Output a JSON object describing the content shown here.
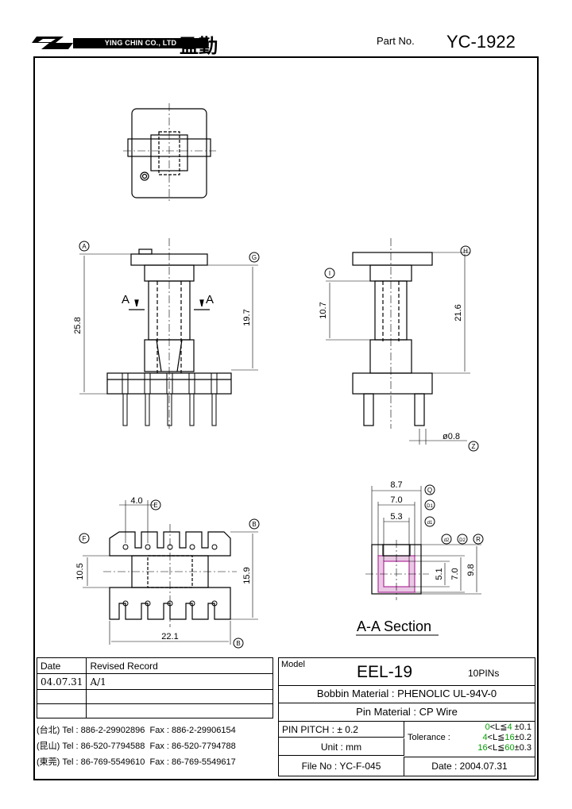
{
  "header": {
    "company_name": "YING CHIN CO., LTD",
    "company_name_cn": "盈勤",
    "part_no_label": "Part No.",
    "part_no_value": "YC-1922"
  },
  "drawing": {
    "labels": {
      "A": "A",
      "B": "B",
      "D1": "D1",
      "d1": "d1",
      "D2": "D2",
      "d2": "d2",
      "E": "E",
      "F": "F",
      "G": "G",
      "H": "H",
      "I": "I",
      "Q": "Q",
      "R": "R",
      "Z": "Z"
    },
    "section_marker": "A",
    "section_title": "A-A Section",
    "dims": {
      "overall_height": "25.8",
      "winding_height": "19.7",
      "side_height": "21.6",
      "side_winding": "10.7",
      "pin_dia": "ø0.8",
      "pin_spacing": "4.0",
      "width_f": "10.5",
      "width_b": "15.9",
      "length": "22.1",
      "q": "8.7",
      "d1_outer": "7.0",
      "d1_inner": "5.3",
      "d2_inner": "5.1",
      "d2_outer": "7.0",
      "r": "9.8"
    }
  },
  "revision": {
    "headers": [
      "Date",
      "Revised Record"
    ],
    "rows": [
      [
        "04.07.31",
        "A/1"
      ],
      [
        "",
        ""
      ],
      [
        "",
        ""
      ]
    ]
  },
  "contacts": [
    {
      "loc": "(台北)",
      "tel": "Tel : 886-2-29902896",
      "fax": "Fax : 886-2-29906154"
    },
    {
      "loc": "(昆山)",
      "tel": "Tel : 86-520-7794588",
      "fax": "Fax : 86-520-7794788"
    },
    {
      "loc": "(東莞)",
      "tel": "Tel : 86-769-5549610",
      "fax": "Fax : 86-769-5549617"
    }
  ],
  "spec": {
    "model_label": "Model",
    "model_value": "EEL-19",
    "pins": "10PINs",
    "bobbin_label": "Bobbin  Material :",
    "bobbin_value": "PHENOLIC UL-94V-0",
    "pin_material_label": "Pin  Material :",
    "pin_material_value": "CP Wire",
    "pin_pitch_label": "PIN  PITCH :",
    "pin_pitch_value": "± 0.2",
    "tolerance_label": "Tolerance :",
    "tol": [
      {
        "range_a": "0",
        "range_b": "4",
        "value": "±0.1"
      },
      {
        "range_a": "4",
        "range_b": "16",
        "value": "±0.2"
      },
      {
        "range_a": "16",
        "range_b": "60",
        "value": "±0.3"
      }
    ],
    "unit_label": "Unit :",
    "unit_value": "mm",
    "file_label": "File  No :",
    "file_value": "YC-F-045",
    "date_label": "Date :",
    "date_value": "2004.07.31"
  },
  "colors": {
    "line": "#000000",
    "tolerance": "#00a000",
    "section_hatch": "#b0309a"
  }
}
